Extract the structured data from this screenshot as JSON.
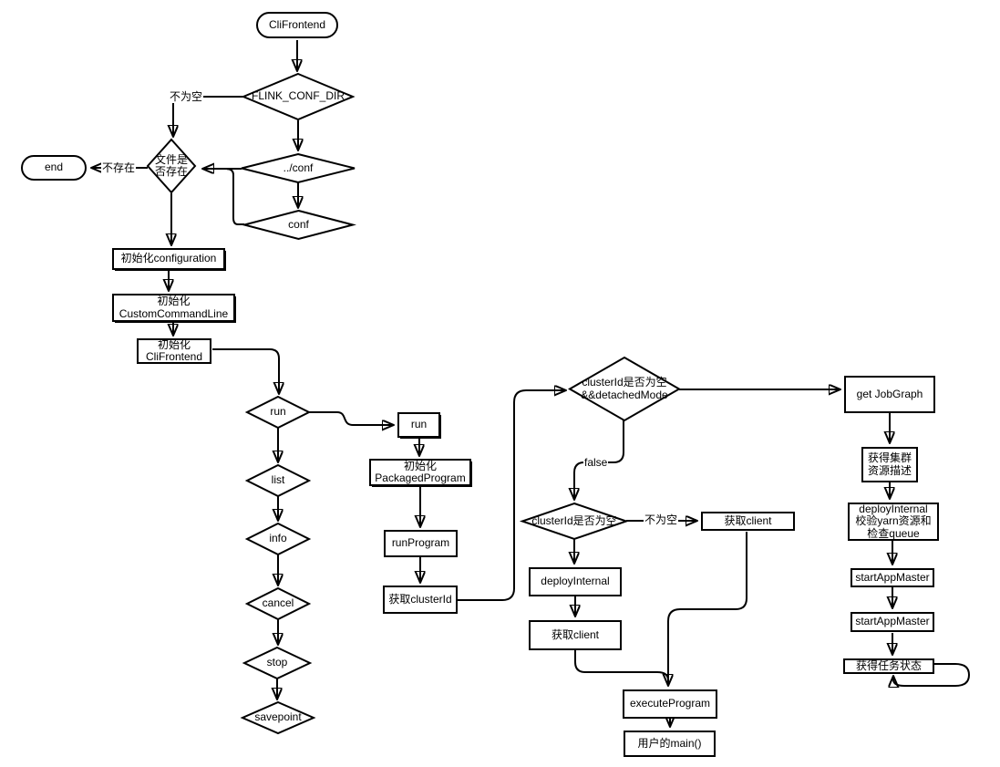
{
  "diagram": {
    "background_color": "#ffffff",
    "line_color": "#000000",
    "description": "Flink CliFrontend startup flowchart"
  },
  "nodes": {
    "start": {
      "label": "CliFrontend"
    },
    "flink_conf_dir": {
      "label": "FLINK_CONF_DIR"
    },
    "conf_parent": {
      "label": "../conf"
    },
    "conf": {
      "label": "conf"
    },
    "file_exists": {
      "label": "文件是\n否存在"
    },
    "end": {
      "label": "end"
    },
    "init_configuration": {
      "label": "初始化configuration"
    },
    "init_custom_command_line": {
      "label": "初始化\nCustomCommandLine"
    },
    "init_cli_frontend": {
      "label": "初始化\nCliFrontend"
    },
    "run_branch": {
      "label": "run"
    },
    "list_branch": {
      "label": "list"
    },
    "info_branch": {
      "label": "info"
    },
    "cancel_branch": {
      "label": "cancel"
    },
    "stop_branch": {
      "label": "stop"
    },
    "savepoint_branch": {
      "label": "savepoint"
    },
    "run_step": {
      "label": "run"
    },
    "init_packaged_program": {
      "label": "初始化\nPackagedProgram"
    },
    "run_program": {
      "label": "runProgram"
    },
    "get_cluster_id": {
      "label": "获取clusterId"
    },
    "cluster_id_empty_detached": {
      "label": "clusterId是否为空\n&&detachedMode"
    },
    "cluster_id_empty": {
      "label": "clusterId是否为空"
    },
    "get_client_top": {
      "label": "获取client"
    },
    "deploy_internal": {
      "label": "deployInternal"
    },
    "get_client": {
      "label": "获取client"
    },
    "execute_program": {
      "label": "executeProgram"
    },
    "user_main": {
      "label": "用户的main()"
    },
    "get_jobgraph": {
      "label": "get JobGraph"
    },
    "cluster_resource": {
      "label": "获得集群\n资源描述"
    },
    "deploy_internal_yarn": {
      "label": "deployInternal\n校验yarn资源和\n检查queue"
    },
    "start_app_master_1": {
      "label": "startAppMaster"
    },
    "start_app_master_2": {
      "label": "startAppMaster"
    },
    "task_status": {
      "label": "获得任务状态"
    }
  },
  "edge_labels": {
    "flink_not_empty": "不为空",
    "file_not_exist": "不存在",
    "detached_false": "false",
    "cluster_not_empty": "不为空"
  }
}
